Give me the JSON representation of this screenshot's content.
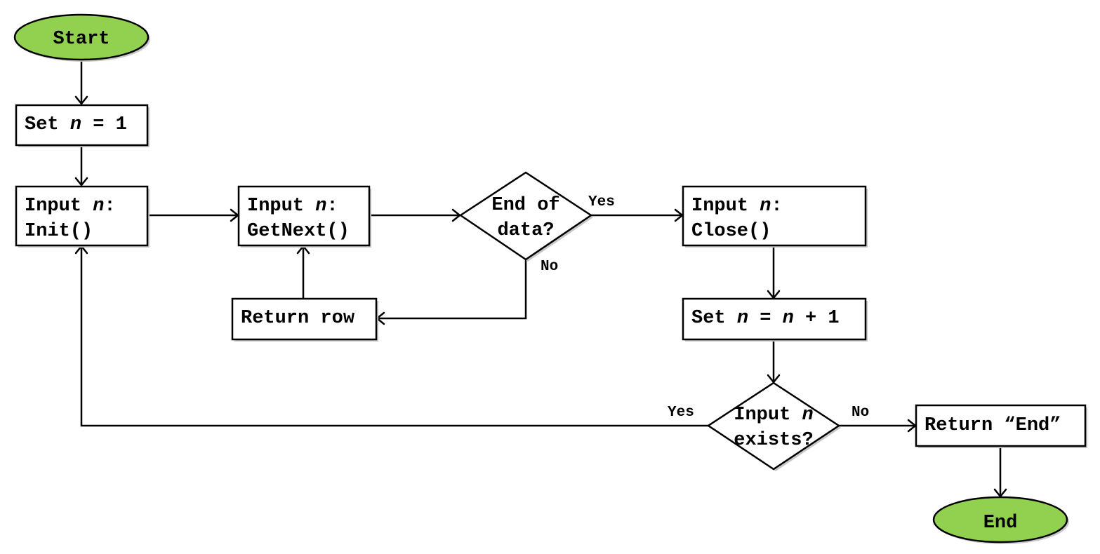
{
  "nodes": {
    "start": {
      "text": "Start"
    },
    "set_n1": {
      "pre": "Set ",
      "var": "n",
      "post": " = 1"
    },
    "init": {
      "line1_pre": "Input ",
      "line1_var": "n",
      "line1_post": ":",
      "line2": "Init()"
    },
    "getnext": {
      "line1_pre": "Input ",
      "line1_var": "n",
      "line1_post": ":",
      "line2": "GetNext()"
    },
    "end_of_data": {
      "line1": "End of",
      "line2": "data?"
    },
    "close": {
      "line1_pre": "Input ",
      "line1_var": "n",
      "line1_post": ":",
      "line2": "Close()"
    },
    "return_row": {
      "text": "Return row"
    },
    "set_n_inc": {
      "pre": "Set ",
      "var1": "n",
      "mid": " = ",
      "var2": "n",
      "post": " + 1"
    },
    "input_exists": {
      "line1_pre": "Input ",
      "line1_var": "n",
      "line2": "exists?"
    },
    "return_end": {
      "text": "Return “End”"
    },
    "end": {
      "text": "End"
    }
  },
  "edge_labels": {
    "eod_yes": "Yes",
    "eod_no": "No",
    "exists_yes": "Yes",
    "exists_no": "No"
  },
  "colors": {
    "terminal_fill": "#92d050",
    "stroke": "#000000"
  }
}
